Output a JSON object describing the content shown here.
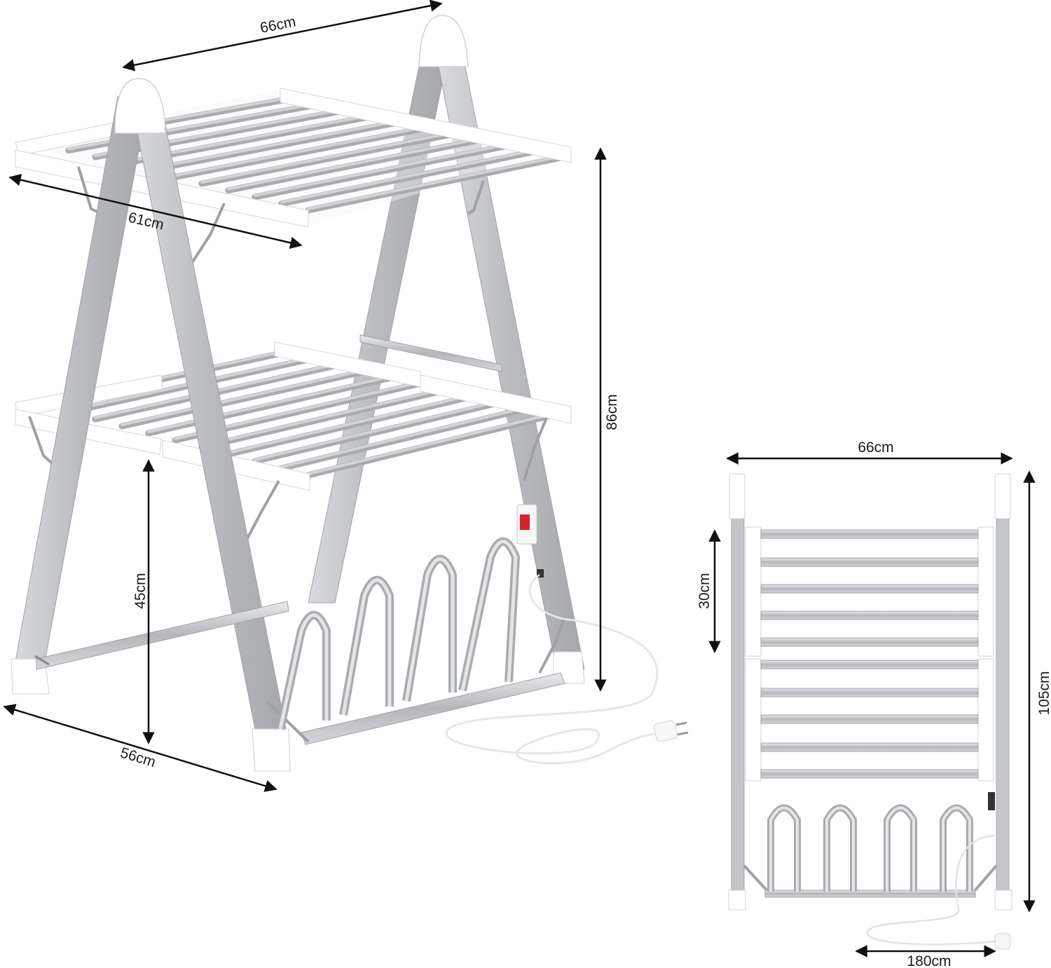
{
  "dimensions": {
    "top_width": "66cm",
    "shelf_length": "61cm",
    "overall_height": "86cm",
    "lower_shelf_height": "45cm",
    "base_depth": "56cm",
    "front_width": "66cm",
    "shelf_depth": "30cm",
    "front_height": "105cm",
    "cord_length": "180cm"
  },
  "colors": {
    "frame": "#c8c9cc",
    "frame_dark": "#9fa1a5",
    "plastic": "#ffffff",
    "rail": "#d3d4d7",
    "arrow": "#111111",
    "switch": "#d2232a"
  }
}
